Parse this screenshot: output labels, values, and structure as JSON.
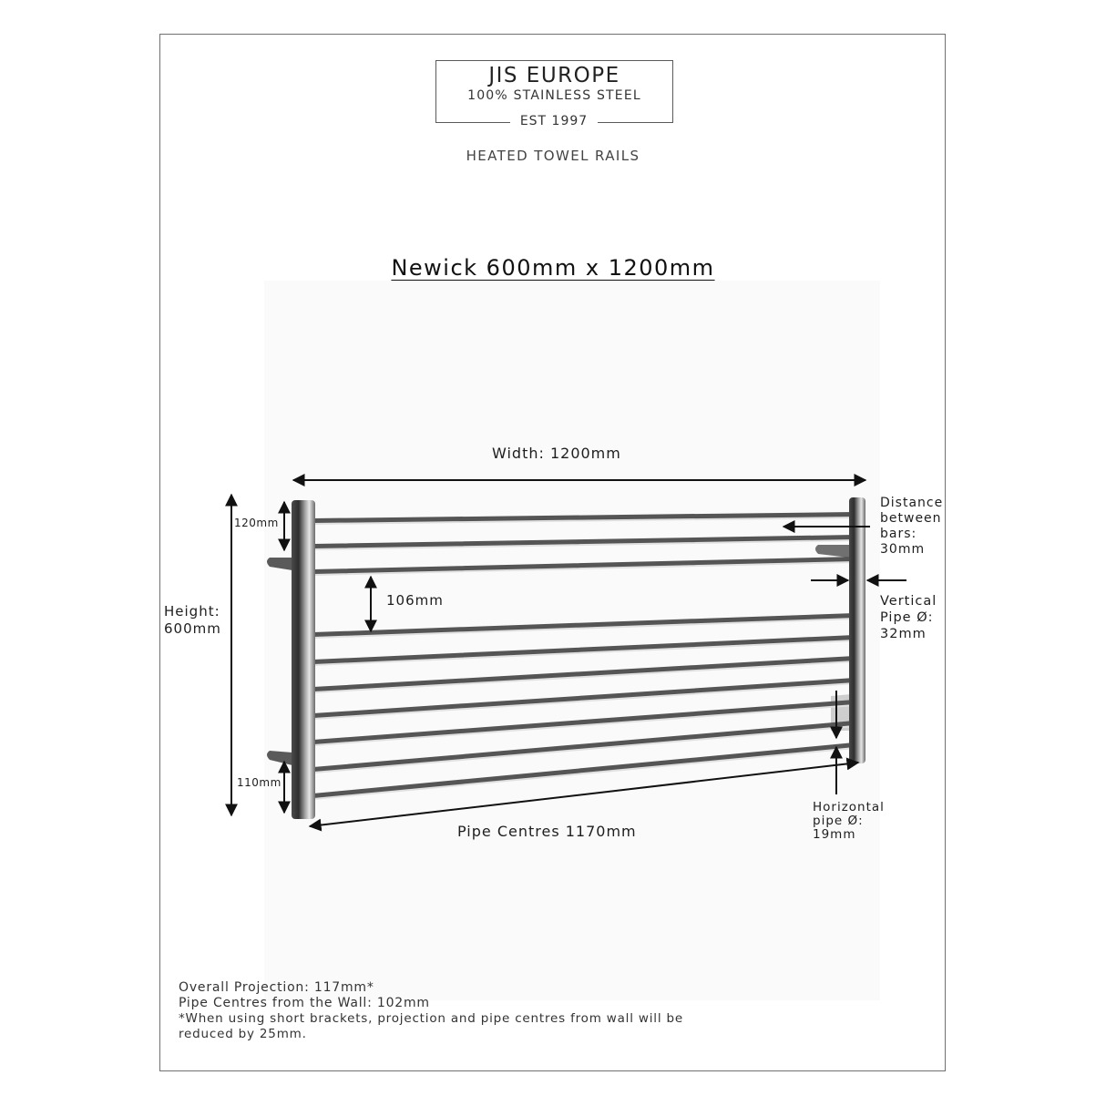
{
  "brand": {
    "name": "JIS EUROPE",
    "subtitle": "100% STAINLESS STEEL",
    "established": "EST 1997",
    "tagline": "HEATED TOWEL RAILS"
  },
  "product": {
    "title": "Newick 600mm x 1200mm"
  },
  "dimensions": {
    "width": "Width: 1200mm",
    "height_label": "Height:",
    "height_value": "600mm",
    "top_offset": "120mm",
    "bottom_offset": "110mm",
    "gap": "106mm",
    "pipe_centres": "Pipe Centres 1170mm",
    "distance_between_bars": [
      "Distance",
      "between",
      "bars:",
      "30mm"
    ],
    "vertical_pipe": [
      "Vertical",
      "Pipe Ø:",
      "32mm"
    ],
    "horizontal_pipe": [
      "Horizontal",
      "pipe Ø:",
      "19mm"
    ]
  },
  "notes": {
    "projection": "Overall Projection: 117mm*",
    "pipe_centres_wall": "Pipe Centres from the Wall: 102mm",
    "footnote_line1": "*When using short brackets, projection and pipe centres from wall will be",
    "footnote_line2": "reduced by 25mm."
  },
  "colors": {
    "border": "#707070",
    "text": "#222222",
    "steel_light": "#d8d8d8",
    "steel_dark": "#5a5a5a"
  }
}
